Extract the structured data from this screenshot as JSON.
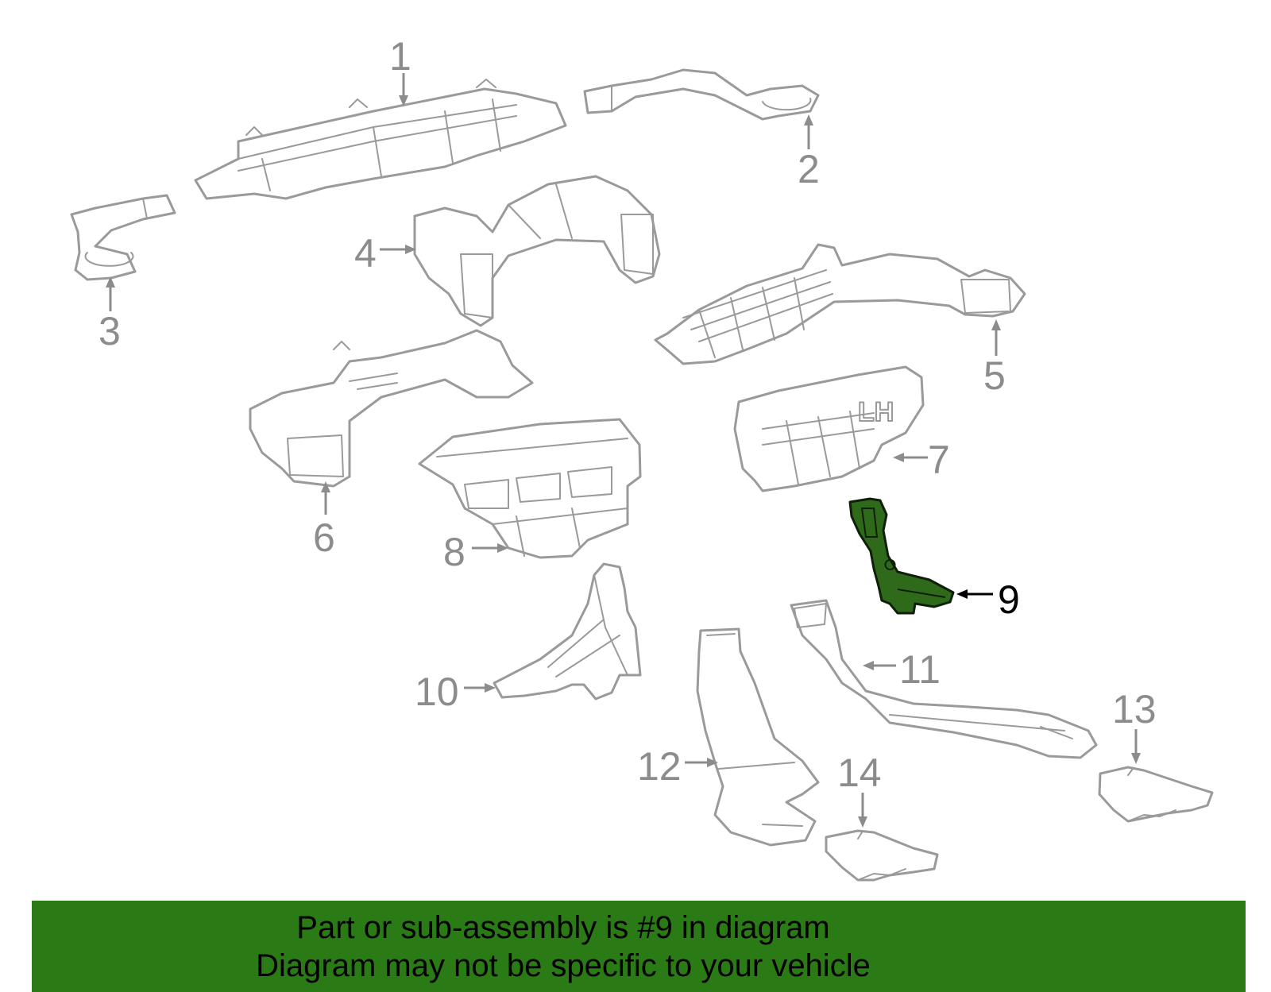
{
  "diagram": {
    "highlighted_part": "9",
    "callouts": [
      "1",
      "2",
      "3",
      "4",
      "5",
      "6",
      "7",
      "8",
      "9",
      "10",
      "11",
      "12",
      "13",
      "14"
    ],
    "embossed_text": "LH"
  },
  "banner": {
    "line1": "Part or sub-assembly is #9 in diagram",
    "line2": "Diagram may not be specific to your vehicle"
  },
  "colors": {
    "banner_bg": "#2a7a16",
    "highlight_fill": "#2f6a1b",
    "outline_gray": "#9a9a9a"
  }
}
